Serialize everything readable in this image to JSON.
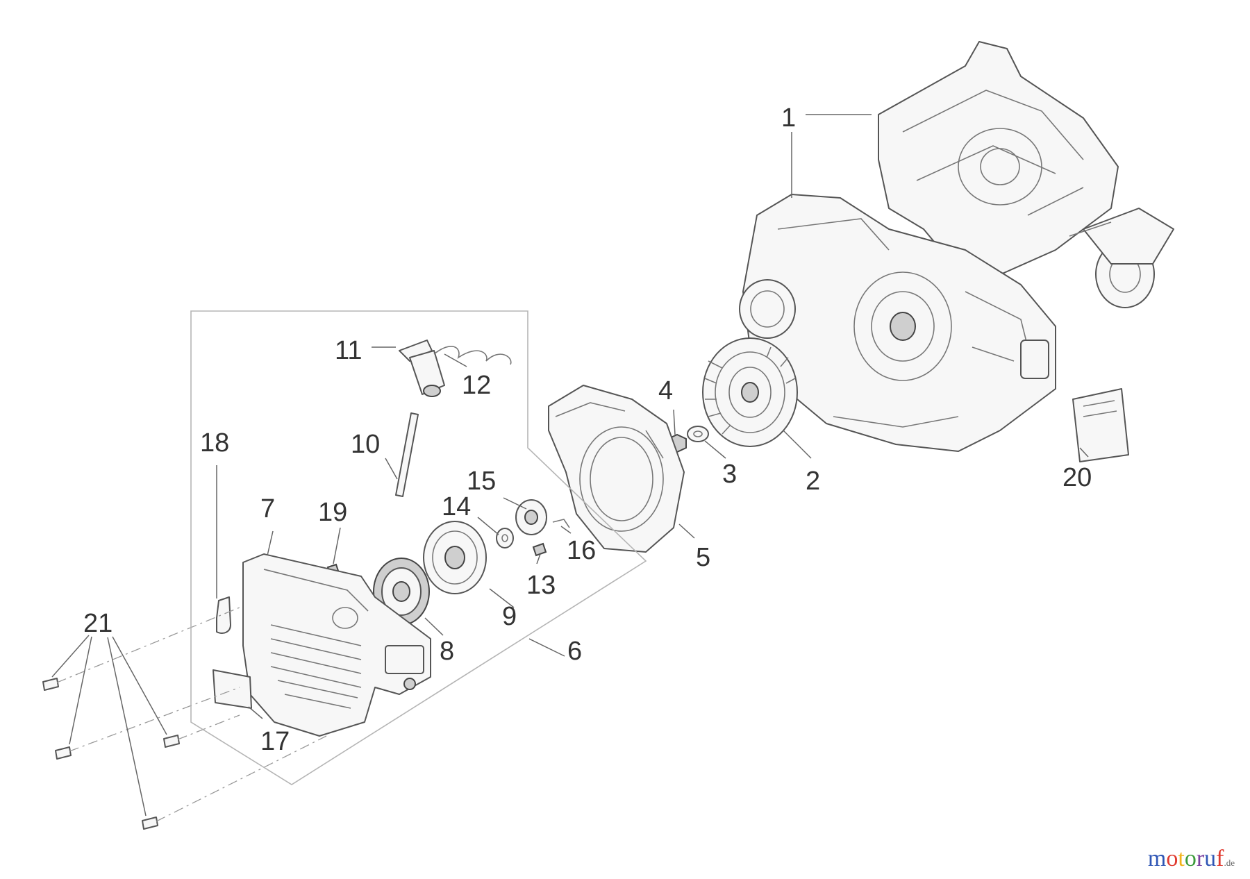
{
  "callouts": [
    "1",
    "2",
    "3",
    "4",
    "5",
    "6",
    "7",
    "8",
    "9",
    "10",
    "11",
    "12",
    "13",
    "14",
    "15",
    "16",
    "17",
    "18",
    "19",
    "20",
    "21"
  ],
  "brand": {
    "name": "motoruf",
    "suffix": ".de",
    "colors": [
      "#2f56b5",
      "#e03a2f",
      "#f2b31a",
      "#3a9a3a",
      "#7a3fa0"
    ]
  }
}
